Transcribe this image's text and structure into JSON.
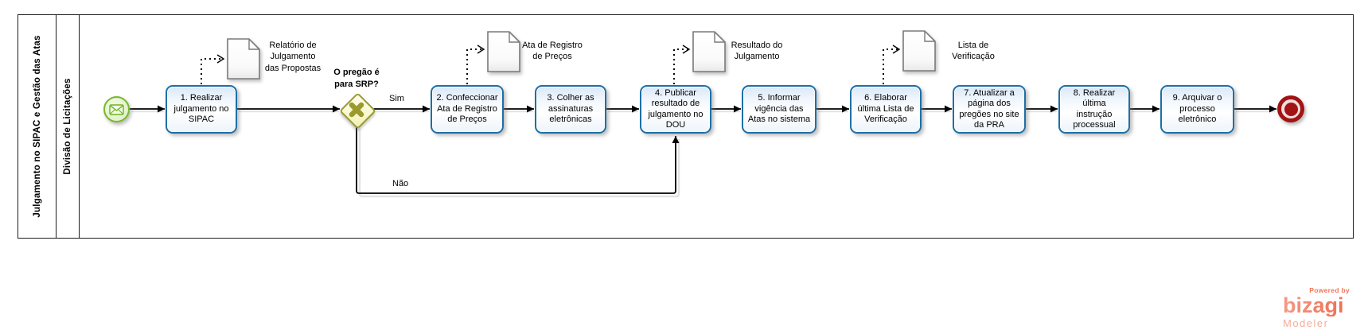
{
  "pool": {
    "label": "Julgamento no SIPAC e Gestão das Atas"
  },
  "lane": {
    "label": "Divisão de Licitações"
  },
  "start_event": {
    "type": "message-start-event"
  },
  "end_event": {
    "type": "end-event"
  },
  "tasks": [
    {
      "label": "1. Realizar\njulgamento no\nSIPAC"
    },
    {
      "label": "2. Confeccionar\nAta de Registro\nde Preços"
    },
    {
      "label": "3. Colher as\nassinaturas\neletrônicas"
    },
    {
      "label": "4. Publicar\nresultado de\njulgamento no\nDOU"
    },
    {
      "label": "5. Informar\nvigência das\nAtas no sistema"
    },
    {
      "label": "6. Elaborar\núltima Lista de\nVerificação"
    },
    {
      "label": "7. Atualizar a\npágina dos\npregões no site\nda PRA"
    },
    {
      "label": "8. Realizar\núltima\ninstrução\nprocessual"
    },
    {
      "label": "9. Arquivar o\nprocesso\neletrônico"
    }
  ],
  "gateway": {
    "question": "O pregão é\npara SRP?",
    "branch_yes": "Sim",
    "branch_no": "Não"
  },
  "documents": [
    {
      "label": "Relatório de\nJulgamento\ndas Propostas"
    },
    {
      "label": "Ata de Registro\nde Preços"
    },
    {
      "label": "Resultado do\nJulgamento"
    },
    {
      "label": "Lista de\nVerificação"
    }
  ],
  "branding": {
    "powered_by": "Powered by",
    "brand": "bizagi",
    "product": "Modeler"
  },
  "colors": {
    "task_border": "#1E6FA6",
    "task_fill": "#EAF2FB",
    "gateway_border": "#9A9A2F",
    "gateway_fill": "#F8F8D2",
    "start_border": "#76B82E",
    "start_fill": "#E9F5D4",
    "end_red": "#A21313",
    "doc_border": "#7A7A7A",
    "logo_salmon": "#EE6B50"
  }
}
